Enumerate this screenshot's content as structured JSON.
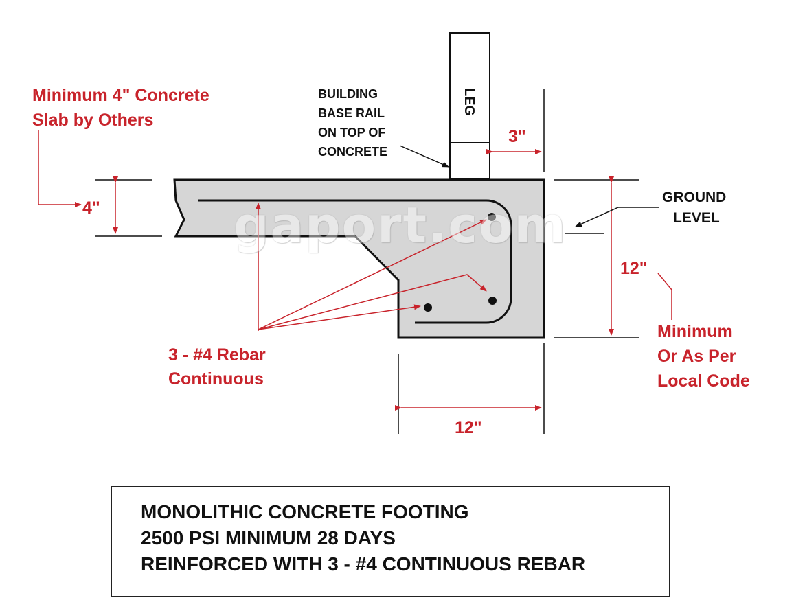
{
  "labels": {
    "slab_note": [
      "Minimum 4\" Concrete",
      "Slab by Others"
    ],
    "base_rail_note": [
      "BUILDING",
      "BASE RAIL",
      "ON TOP OF",
      "CONCRETE"
    ],
    "leg": "LEG",
    "dim_3": "3\"",
    "dim_4": "4\"",
    "ground_level": [
      "GROUND",
      "LEVEL"
    ],
    "dim_12_vertical": "12\"",
    "min_note": [
      "Minimum",
      "Or As Per",
      "Local Code"
    ],
    "rebar_note": [
      "3 - #4 Rebar",
      "Continuous"
    ],
    "dim_12_horizontal": "12\""
  },
  "watermark": "gaport.com",
  "caption": {
    "line1": "MONOLITHIC CONCRETE FOOTING",
    "line2": "2500 PSI MINIMUM 28 DAYS",
    "line3": "REINFORCED WITH 3 - #4 CONTINUOUS REBAR"
  },
  "colors": {
    "concrete": "#d6d6d6",
    "annotation_red": "#c8232b",
    "outline": "#111111"
  }
}
